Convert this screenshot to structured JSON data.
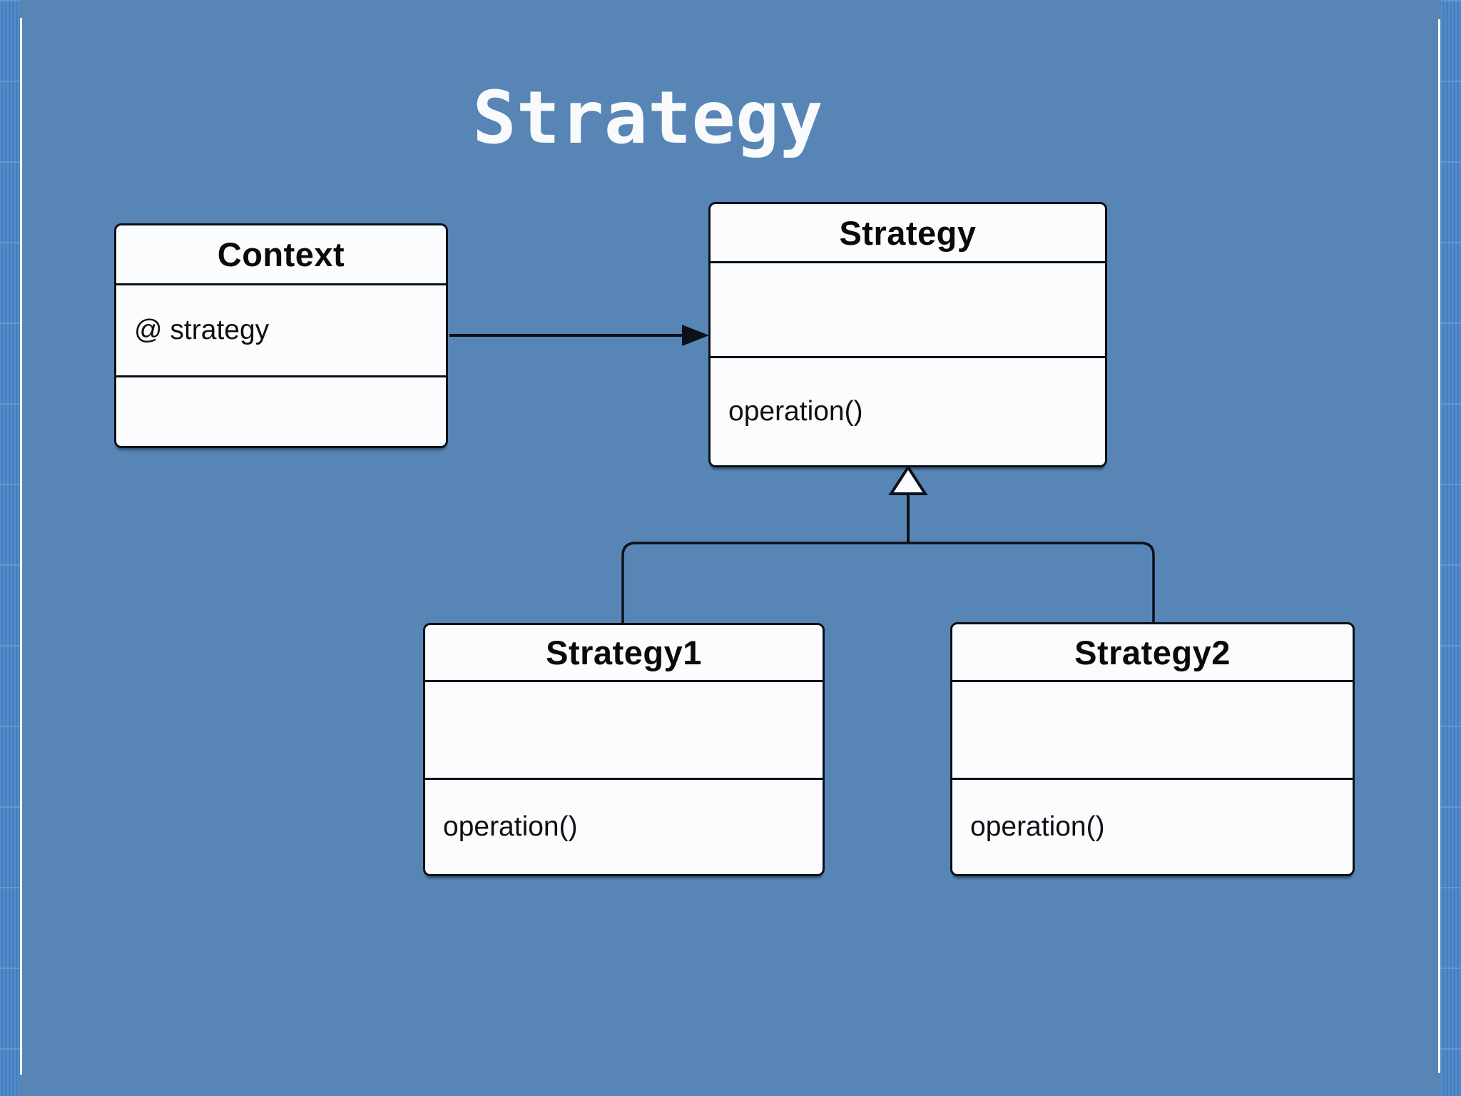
{
  "title": "Strategy",
  "colors": {
    "background": "#5786b6",
    "edge_strip": "#4a85c9",
    "edge_line": "#ffffff",
    "box_fill": "#fbfcfd",
    "line": "#0c1018",
    "title_text": "#f8fafc",
    "box_text": "#0a0a0a"
  },
  "classes": [
    {
      "name": "Context",
      "attributes": [
        "@ strategy"
      ],
      "methods": []
    },
    {
      "name": "Strategy",
      "attributes": [],
      "methods": [
        "operation()"
      ]
    },
    {
      "name": "Strategy1",
      "attributes": [],
      "methods": [
        "operation()"
      ]
    },
    {
      "name": "Strategy2",
      "attributes": [],
      "methods": [
        "operation()"
      ]
    }
  ],
  "relationships": [
    {
      "type": "association",
      "from": "Context",
      "to": "Strategy",
      "marker": "filled-arrow"
    },
    {
      "type": "generalization",
      "from": "Strategy1",
      "to": "Strategy",
      "marker": "hollow-triangle"
    },
    {
      "type": "generalization",
      "from": "Strategy2",
      "to": "Strategy",
      "marker": "hollow-triangle"
    }
  ]
}
